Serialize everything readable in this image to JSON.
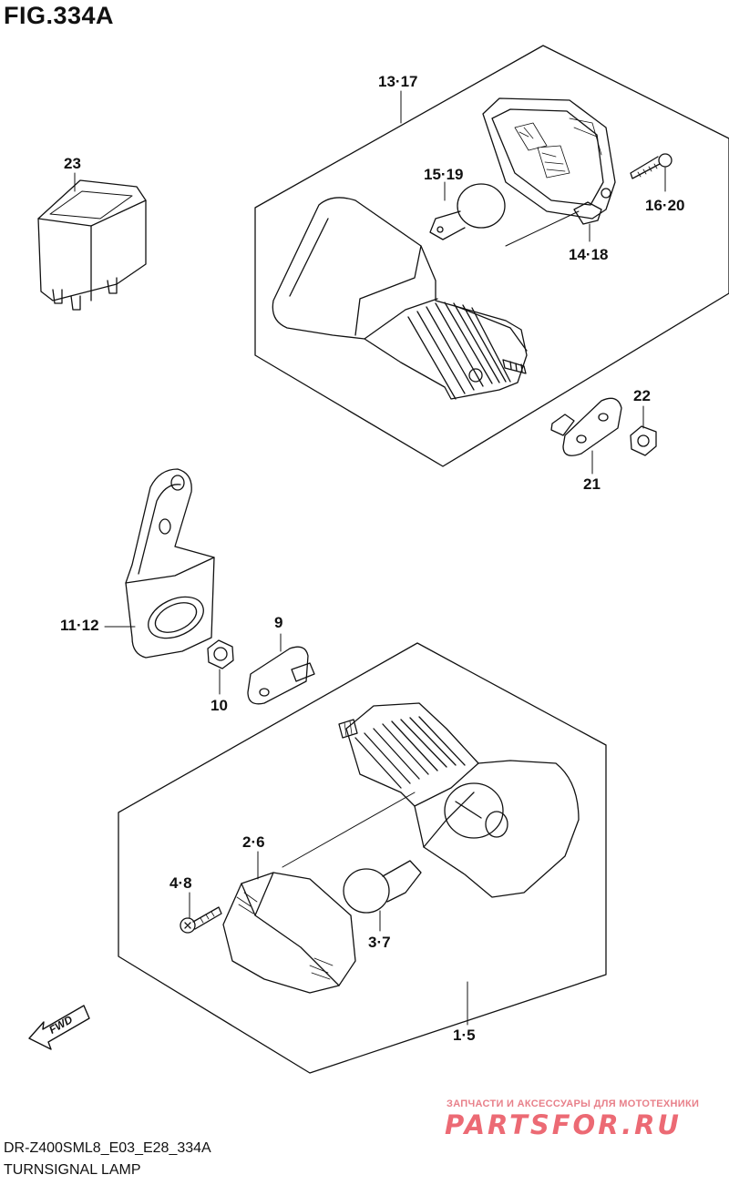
{
  "figure": {
    "title": "FIG.334A",
    "code": "DR-Z400SML8_E03_E28_334A",
    "caption": "TURNSIGNAL LAMP"
  },
  "callouts": [
    {
      "id": "c13-17",
      "label": "13·17"
    },
    {
      "id": "c15-19",
      "label": "15·19"
    },
    {
      "id": "c16-20",
      "label": "16·20"
    },
    {
      "id": "c14-18",
      "label": "14·18"
    },
    {
      "id": "c23",
      "label": "23"
    },
    {
      "id": "c22",
      "label": "22"
    },
    {
      "id": "c21",
      "label": "21"
    },
    {
      "id": "c11-12",
      "label": "11·12"
    },
    {
      "id": "c9",
      "label": "9"
    },
    {
      "id": "c10",
      "label": "10"
    },
    {
      "id": "c2-6",
      "label": "2·6"
    },
    {
      "id": "c4-8",
      "label": "4·8"
    },
    {
      "id": "c3-7",
      "label": "3·7"
    },
    {
      "id": "c1-5",
      "label": "1·5"
    }
  ],
  "direction_marker": {
    "label": "FWD",
    "icon": "fwd-arrow-icon"
  },
  "watermark": {
    "tagline": "ЗАПЧАСТИ И АКСЕССУАРЫ ДЛЯ МОТОТЕХНИКИ",
    "logo": "PARTSFOR.RU",
    "color": "#e63946"
  }
}
